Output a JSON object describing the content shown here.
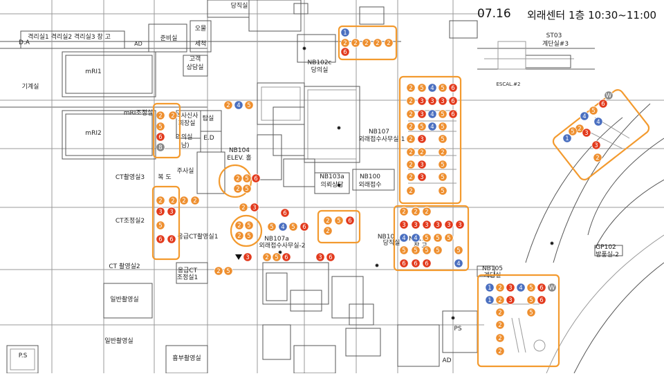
{
  "header": {
    "date": "07.16",
    "title": "외래센터 1층 10:30~11:00"
  },
  "colors": {
    "box": "#f39a2e",
    "blue": "#4a6fc0",
    "orange": "#ee8f2f",
    "red": "#e23a1d",
    "gray": "#888888",
    "line": "#555555",
    "dim": "#9a9a9a"
  },
  "rooms": [
    {
      "id": "da",
      "text": "D.A"
    },
    {
      "id": "gyeokri",
      "text": "격리실1 격리실2 격리실3 창 고"
    },
    {
      "id": "ad1",
      "text": "AD"
    },
    {
      "id": "junbi",
      "text": "준비실"
    },
    {
      "id": "oum",
      "text": "오물"
    },
    {
      "id": "sechuk",
      "text": "세척"
    },
    {
      "id": "mri1",
      "text": "mRI1"
    },
    {
      "id": "gigye",
      "text": "기계실"
    },
    {
      "id": "gogaek",
      "text": "고객"
    },
    {
      "id": "sangdam",
      "text": "상담실"
    },
    {
      "id": "mri2",
      "text": "mRI2"
    },
    {
      "id": "mrijo",
      "text": "mRI조정실"
    },
    {
      "id": "dangjik",
      "text": "당직실"
    },
    {
      "id": "bipsi",
      "text": "탑실"
    },
    {
      "id": "sasinsil",
      "text": "의사신사"
    },
    {
      "id": "hwejang",
      "text": "회장실"
    },
    {
      "id": "uiuisil",
      "text": "의의실"
    },
    {
      "id": "nam",
      "text": "(남)"
    },
    {
      "id": "ed",
      "text": "E.D"
    },
    {
      "id": "ctshot3",
      "text": "CT촬영실3"
    },
    {
      "id": "bokdo",
      "text": "복 도"
    },
    {
      "id": "jusa",
      "text": "주사실"
    },
    {
      "id": "ctjo2",
      "text": "CT조정실2"
    },
    {
      "id": "eungct1",
      "text": "응급CT촬영실1"
    },
    {
      "id": "ctshot2",
      "text": "CT 촬영실2"
    },
    {
      "id": "eungctjo",
      "text": "응급CT"
    },
    {
      "id": "eungctjo2",
      "text": "조정실1"
    },
    {
      "id": "ilban1",
      "text": "일반촬영실"
    },
    {
      "id": "ilban2",
      "text": "일반촬영실"
    },
    {
      "id": "ps1",
      "text": "P.S"
    },
    {
      "id": "hyungbu",
      "text": "흉부촬영실"
    },
    {
      "id": "nb102c",
      "text": "NB102c"
    },
    {
      "id": "dangui",
      "text": "당의실"
    },
    {
      "id": "nb104",
      "text": "NB104"
    },
    {
      "id": "elev",
      "text": "ELEV. 홀"
    },
    {
      "id": "nb103a",
      "text": "NB103a"
    },
    {
      "id": "uirisangdam",
      "text": "의뢰상담"
    },
    {
      "id": "nb100",
      "text": "NB100"
    },
    {
      "id": "oeraegosu",
      "text": "외래접수"
    },
    {
      "id": "nb107",
      "text": "NB107"
    },
    {
      "id": "oeraesamu1",
      "text": "외래접수사무실-1"
    },
    {
      "id": "nb107a",
      "text": "NB107a"
    },
    {
      "id": "oeraesamu2",
      "text": "외래접수사무실-2"
    },
    {
      "id": "nb110",
      "text": "NB110"
    },
    {
      "id": "changgo",
      "text": "창 고"
    },
    {
      "id": "nb105",
      "text": "NB105"
    },
    {
      "id": "gyedan",
      "text": "계단실"
    },
    {
      "id": "st03",
      "text": "ST03"
    },
    {
      "id": "gyedan3",
      "text": "계단실#3"
    },
    {
      "id": "escal",
      "text": "ESCAL.#2"
    },
    {
      "id": "gp102",
      "text": "GP102"
    },
    {
      "id": "bangpung",
      "text": "방풍실-2"
    },
    {
      "id": "ps2",
      "text": "PS"
    },
    {
      "id": "ad2",
      "text": "AD"
    },
    {
      "id": "dangjik2",
      "text": "당직실"
    },
    {
      "id": "nb10x",
      "text": "NB10"
    }
  ]
}
